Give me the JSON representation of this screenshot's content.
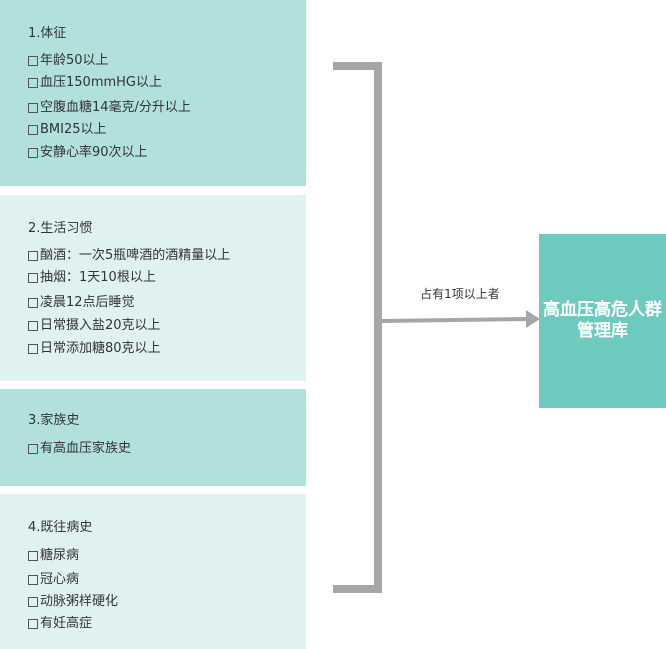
{
  "groups": [
    {
      "title": "1.体征",
      "items": [
        "年龄50以上",
        "血压150mmHG以上",
        "空腹血糖14毫克/分升以上",
        "BMI25以上",
        "安静心率90次以上"
      ]
    },
    {
      "title": "2.生活习惯",
      "items": [
        "酗酒：一次5瓶啤酒的酒精量以上",
        "抽烟：1天10根以上",
        "凌晨12点后睡觉",
        "日常摄入盐20克以上",
        "日常添加糖80克以上"
      ]
    },
    {
      "title": "3.家族史",
      "items": [
        "有高血压家族史"
      ]
    },
    {
      "title": "4.既往病史",
      "items": [
        "糖尿病",
        "冠心病",
        "动脉粥样硬化",
        "有妊高症"
      ]
    }
  ],
  "edge_label": "占有1项以上者",
  "target": "高血压高危人群管理库",
  "checkbox_glyph": "empty-checkbox",
  "colors": {
    "panel_dark": "#b2e1dd",
    "panel_light": "#e0f2ef",
    "bracket": "#a6a6a6",
    "target_fill": "#6ecabf"
  }
}
